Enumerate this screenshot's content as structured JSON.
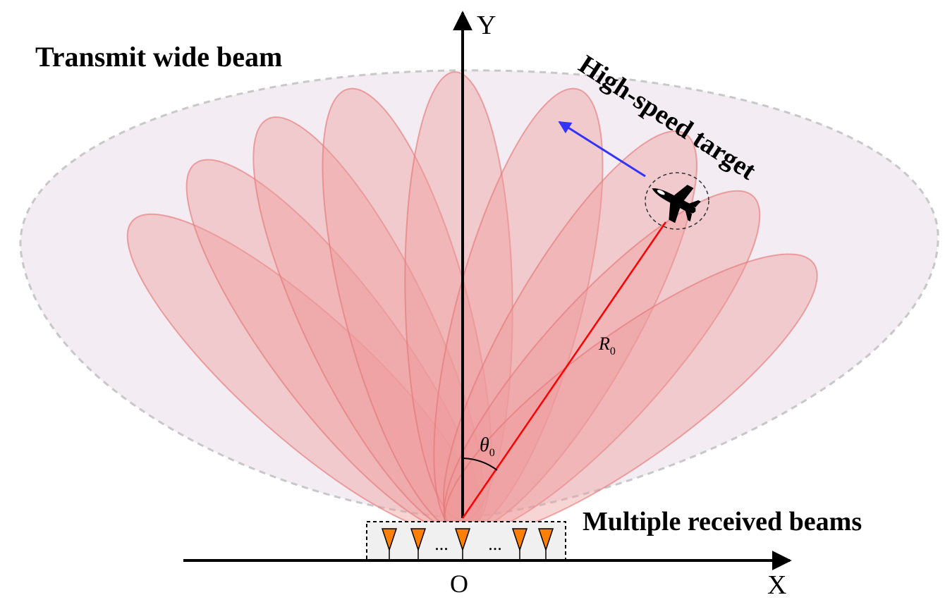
{
  "labels": {
    "transmit_beam": "Transmit wide beam",
    "target": "High-speed target",
    "received_beams": "Multiple received beams",
    "y_axis": "Y",
    "x_axis": "X",
    "origin": "O",
    "range_symbol": "R",
    "range_subscript": "0",
    "angle_symbol": "θ",
    "angle_subscript": "0",
    "ellipsis": "..."
  },
  "colors": {
    "wide_beam_fill": "#f3ecf2",
    "wide_beam_stroke": "#c8c8c8",
    "lobe_fill": "#ef9a9a",
    "lobe_stroke": "#e57373",
    "range_line": "#ff0000",
    "velocity_arrow": "#3333ff",
    "antenna": "#ff8000",
    "array_box": "#f0f0f0"
  },
  "icons": {
    "target": "jet-aircraft-icon",
    "antenna": "antenna-triangle-icon"
  }
}
